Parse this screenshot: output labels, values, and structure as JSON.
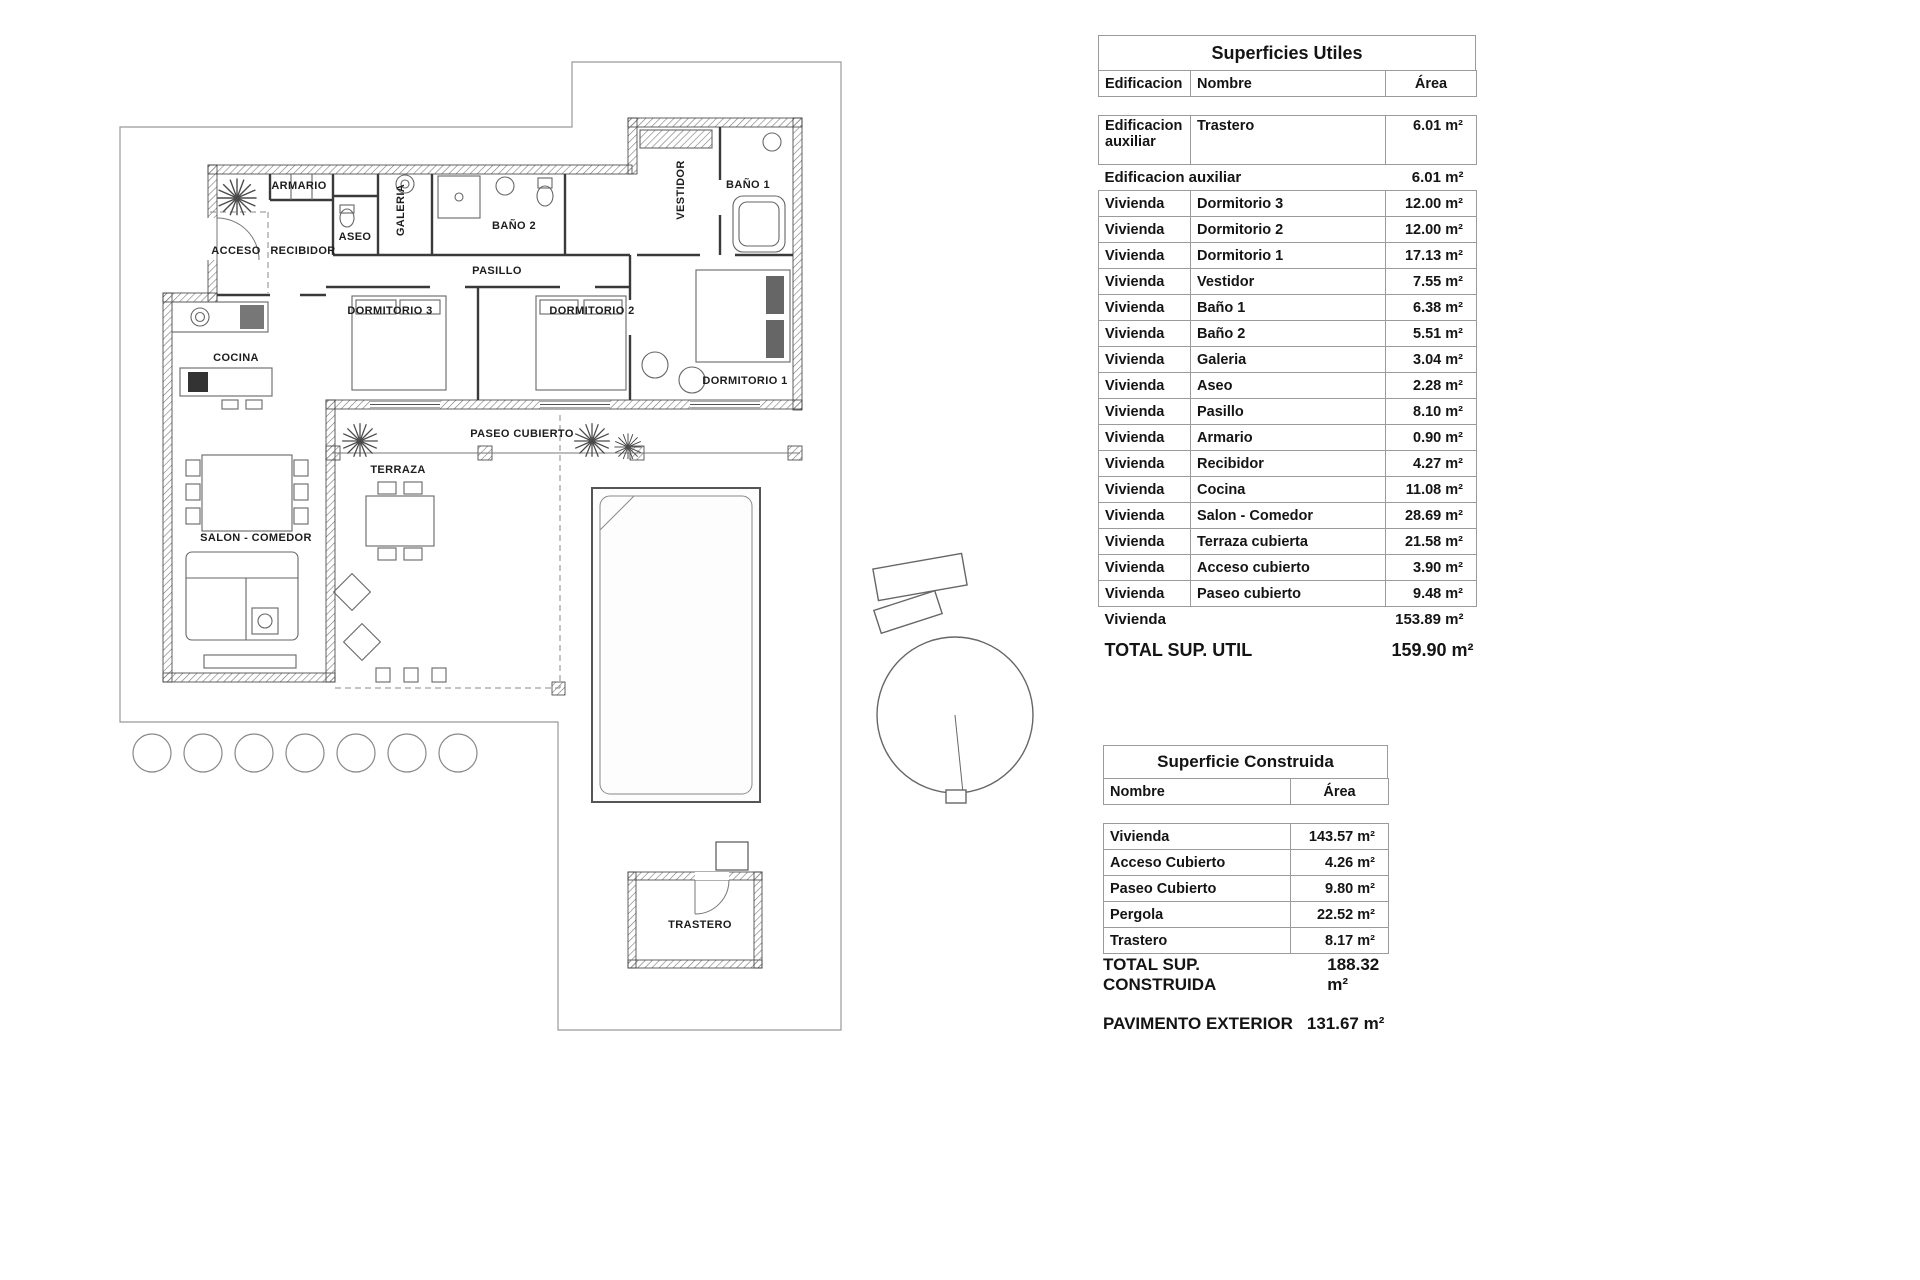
{
  "plan": {
    "rooms": [
      {
        "label": "ARMARIO"
      },
      {
        "label": "ASEO"
      },
      {
        "label": "GALERIA"
      },
      {
        "label": "BAÑO 2"
      },
      {
        "label": "ACCESO"
      },
      {
        "label": "RECIBIDOR"
      },
      {
        "label": "PASILLO"
      },
      {
        "label": "VESTIDOR"
      },
      {
        "label": "BAÑO 1"
      },
      {
        "label": "DORMITORIO 3"
      },
      {
        "label": "DORMITORIO 2"
      },
      {
        "label": "DORMITORIO 1"
      },
      {
        "label": "COCINA"
      },
      {
        "label": "SALON - COMEDOR"
      },
      {
        "label": "TERRAZA"
      },
      {
        "label": "PASEO CUBIERTO"
      },
      {
        "label": "TRASTERO"
      }
    ]
  },
  "tables": {
    "utiles": {
      "title": "Superficies Utiles",
      "headers": {
        "edificacion": "Edificacion",
        "nombre": "Nombre",
        "area": "Área"
      },
      "aux": {
        "edificacion": "Edificacion auxiliar",
        "nombre": "Trastero",
        "area": "6.01 m²"
      },
      "aux_subtotal": {
        "label": "Edificacion auxiliar",
        "area": "6.01 m²"
      },
      "rows": [
        {
          "edificacion": "Vivienda",
          "nombre": "Dormitorio 3",
          "area": "12.00 m²"
        },
        {
          "edificacion": "Vivienda",
          "nombre": "Dormitorio 2",
          "area": "12.00 m²"
        },
        {
          "edificacion": "Vivienda",
          "nombre": "Dormitorio 1",
          "area": "17.13 m²"
        },
        {
          "edificacion": "Vivienda",
          "nombre": "Vestidor",
          "area": "7.55 m²"
        },
        {
          "edificacion": "Vivienda",
          "nombre": "Baño 1",
          "area": "6.38 m²"
        },
        {
          "edificacion": "Vivienda",
          "nombre": "Baño 2",
          "area": "5.51 m²"
        },
        {
          "edificacion": "Vivienda",
          "nombre": "Galeria",
          "area": "3.04 m²"
        },
        {
          "edificacion": "Vivienda",
          "nombre": "Aseo",
          "area": "2.28 m²"
        },
        {
          "edificacion": "Vivienda",
          "nombre": "Pasillo",
          "area": "8.10 m²"
        },
        {
          "edificacion": "Vivienda",
          "nombre": "Armario",
          "area": "0.90 m²"
        },
        {
          "edificacion": "Vivienda",
          "nombre": "Recibidor",
          "area": "4.27 m²"
        },
        {
          "edificacion": "Vivienda",
          "nombre": "Cocina",
          "area": "11.08 m²"
        },
        {
          "edificacion": "Vivienda",
          "nombre": "Salon - Comedor",
          "area": "28.69 m²"
        },
        {
          "edificacion": "Vivienda",
          "nombre": "Terraza cubierta",
          "area": "21.58 m²"
        },
        {
          "edificacion": "Vivienda",
          "nombre": "Acceso cubierto",
          "area": "3.90 m²"
        },
        {
          "edificacion": "Vivienda",
          "nombre": "Paseo cubierto",
          "area": "9.48 m²"
        }
      ],
      "subtotal": {
        "label": "Vivienda",
        "area": "153.89 m²"
      },
      "total": {
        "label": "TOTAL SUP. UTIL",
        "area": "159.90 m²"
      }
    },
    "construida": {
      "title": "Superficie Construida",
      "headers": {
        "nombre": "Nombre",
        "area": "Área"
      },
      "rows": [
        {
          "nombre": "Vivienda",
          "area": "143.57 m²"
        },
        {
          "nombre": "Acceso Cubierto",
          "area": "4.26 m²"
        },
        {
          "nombre": "Paseo Cubierto",
          "area": "9.80 m²"
        },
        {
          "nombre": "Pergola",
          "area": "22.52 m²"
        },
        {
          "nombre": "Trastero",
          "area": "8.17 m²"
        }
      ],
      "total": {
        "label": "TOTAL SUP. CONSTRUIDA",
        "area": "188.32 m²"
      }
    }
  },
  "pavimento": {
    "label": "PAVIMENTO EXTERIOR",
    "value": "131.67 m²"
  }
}
